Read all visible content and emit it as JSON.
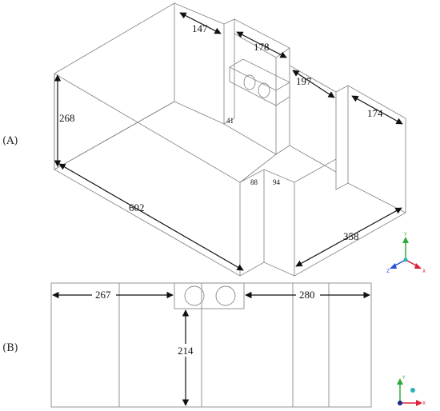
{
  "panels": [
    {
      "label": "(A)"
    },
    {
      "label": "(B)"
    }
  ],
  "dimensions_a": {
    "d147": "147",
    "d178": "178",
    "d197": "197",
    "d174": "174",
    "d268": "268",
    "d41": "41",
    "d88": "88",
    "d94": "94",
    "d602": "602",
    "d358": "358"
  },
  "dimensions_b": {
    "d267": "267",
    "d280": "280",
    "d214": "214"
  },
  "axes_a": {
    "y": "Y",
    "x": "X",
    "z": "Z"
  },
  "axes_b": {
    "y": "Y",
    "x": "X"
  },
  "colors": {
    "line": "#8a8a8a",
    "dim": "#111111",
    "x_axis": "#e0203a",
    "y_axis": "#2eaa3a",
    "z_axis": "#2a50d8"
  }
}
